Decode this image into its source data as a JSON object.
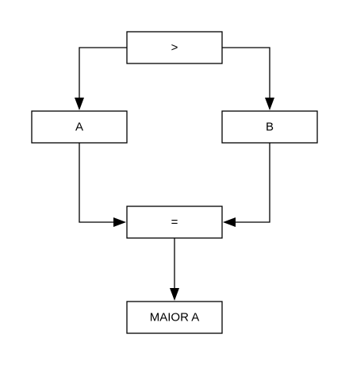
{
  "diagram": {
    "type": "flowchart",
    "nodes": {
      "compare": "&gt;",
      "a": "A",
      "b": "B",
      "equals": "=",
      "result": "MAIOR A"
    },
    "edges": [
      {
        "from": "compare",
        "to": "a"
      },
      {
        "from": "compare",
        "to": "b"
      },
      {
        "from": "a",
        "to": "equals"
      },
      {
        "from": "b",
        "to": "equals"
      },
      {
        "from": "equals",
        "to": "result"
      }
    ]
  }
}
